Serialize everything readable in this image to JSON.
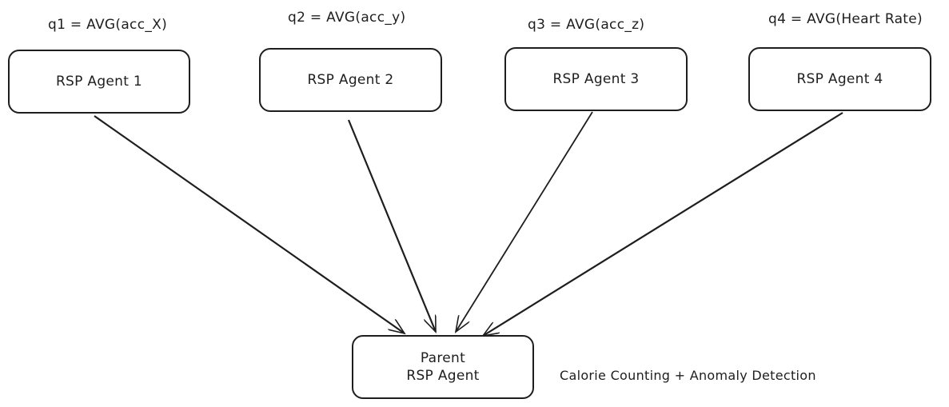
{
  "queries": [
    {
      "id": "q1",
      "text": "q1 = AVG(acc_X)"
    },
    {
      "id": "q2",
      "text": "q2 = AVG(acc_y)"
    },
    {
      "id": "q3",
      "text": "q3 = AVG(acc_z)"
    },
    {
      "id": "q4",
      "text": "q4 = AVG(Heart Rate)"
    }
  ],
  "agents": [
    {
      "label": "RSP Agent 1"
    },
    {
      "label": "RSP Agent 2"
    },
    {
      "label": "RSP Agent 3"
    },
    {
      "label": "RSP Agent 4"
    }
  ],
  "parent": {
    "line1": "Parent",
    "line2": "RSP Agent"
  },
  "annotation": "Calorie Counting + Anomaly Detection",
  "colors": {
    "stroke": "#1e1e1e",
    "background": "#ffffff"
  }
}
